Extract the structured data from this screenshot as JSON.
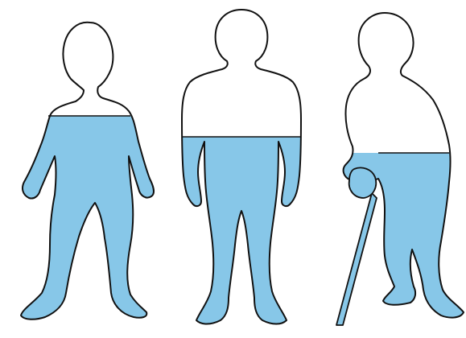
{
  "figure": {
    "water_color": "#87c7e8",
    "outline_color": "#111111",
    "background_color": "#ffffff",
    "figures": [
      {
        "name": "young-adult-figure",
        "body_water_fraction": 0.7
      },
      {
        "name": "adult-figure",
        "body_water_fraction": 0.6
      },
      {
        "name": "elderly-figure-with-cane",
        "body_water_fraction": 0.5
      }
    ]
  }
}
